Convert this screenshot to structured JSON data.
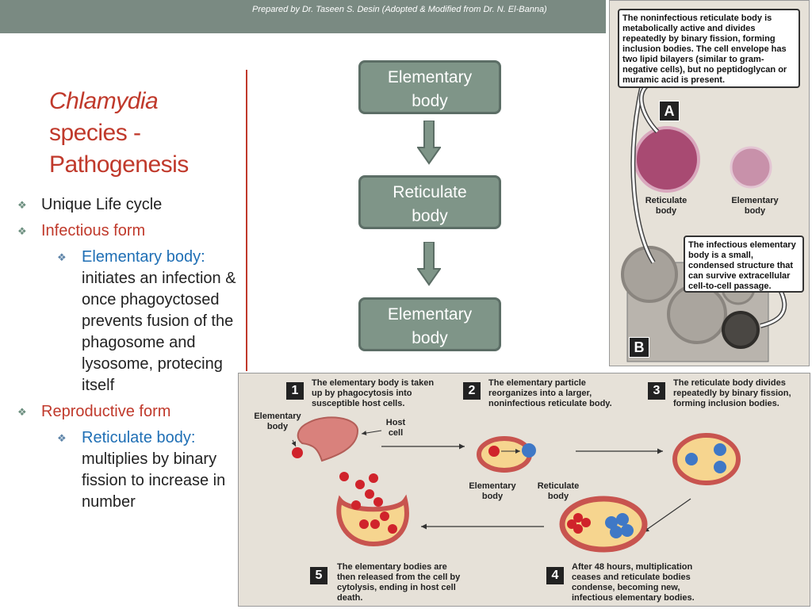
{
  "header": {
    "credit": "Prepared by Dr. Taseen S. Desin (Adopted & Modified from Dr. N. El-Banna)"
  },
  "title": {
    "italic": "Chlamydia",
    "rest_line1": "species -",
    "rest_line2": "Pathogenesis"
  },
  "bullets": [
    {
      "level": 1,
      "text": "Unique Life cycle",
      "color": "dark"
    },
    {
      "level": 1,
      "text": "Infectious form",
      "color": "red"
    },
    {
      "level": 2,
      "lead": "Elementary body:",
      "text": "initiates an infection & once phagoyctosed prevents fusion of the phagosome and lysosome, protecing itself"
    },
    {
      "level": 1,
      "text": "Reproductive form",
      "color": "red"
    },
    {
      "level": 2,
      "lead": "Reticulate body:",
      "text": "multiplies by binary fission to increase in number"
    }
  ],
  "flow": {
    "box1_line1": "Elementary",
    "box1_line2": "body",
    "box2_line1": "Reticulate",
    "box2_line2": "body",
    "box3_line1": "Elementary",
    "box3_line2": "body"
  },
  "top_figure": {
    "callout_top": "The noninfectious reticulate body is metabolically active and divides repeatedly by binary fission, forming inclusion bodies. The cell envelope has two lipid bilayers (similar to gram-negative cells), but no peptidoglycan or muramic acid is present.",
    "label_a": "A",
    "label_b": "B",
    "reticulate_label_1": "Reticulate",
    "reticulate_label_2": "body",
    "elementary_label_1": "Elementary",
    "elementary_label_2": "body",
    "callout_bottom": "The infectious elementary body is a small, condensed structure that can survive extracellular cell-to-cell passage."
  },
  "bottom_figure": {
    "step1": "The elementary body is taken up by phagocytosis into susceptible host cells.",
    "step2": "The elementary particle reorganizes into a larger, noninfectious reticulate body.",
    "step3": "The reticulate body divides repeatedly by binary fission, forming inclusion bodies.",
    "step4": "After 48 hours, multiplication ceases and reticulate bodies condense, becoming new, infectious elementary bodies.",
    "step5": "The elementary bodies are then released from the cell by cytolysis, ending in host cell death.",
    "n1": "1",
    "n2": "2",
    "n3": "3",
    "n4": "4",
    "n5": "5",
    "eb_label_1": "Elementary",
    "eb_label_2": "body",
    "host_label_1": "Host",
    "host_label_2": "cell",
    "mid_eb_1": "Elementary",
    "mid_eb_2": "body",
    "mid_rb_1": "Reticulate",
    "mid_rb_2": "body"
  },
  "colors": {
    "accent_red": "#c0392b",
    "flow_box": "#7f9588",
    "blue_text": "#1f6fb5"
  }
}
